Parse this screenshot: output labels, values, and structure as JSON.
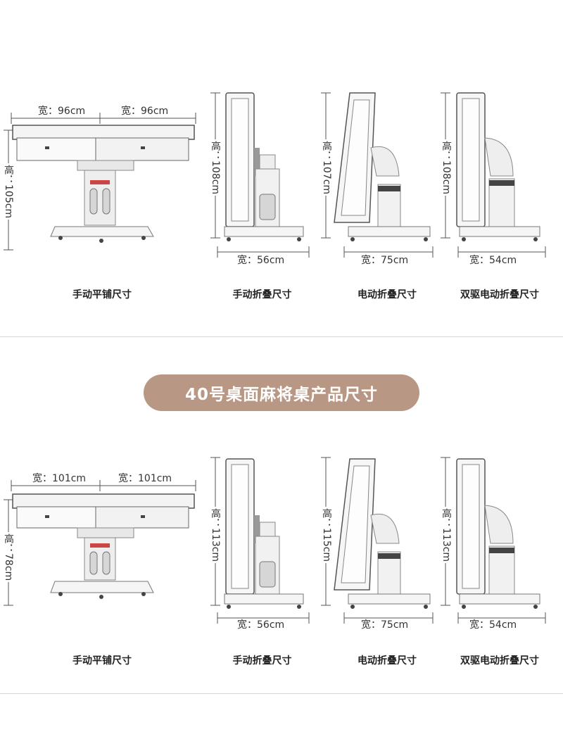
{
  "banner": {
    "title": "40号桌面麻将桌产品尺寸",
    "color": "#b89784"
  },
  "sections": [
    {
      "flat": {
        "width_left": "宽：96cm",
        "width_right": "宽：96cm",
        "height": "高：105cm",
        "caption": "手动平铺尺寸"
      },
      "manual_fold": {
        "height": "高：108cm",
        "width": "宽：56cm",
        "caption": "手动折叠尺寸"
      },
      "electric_fold": {
        "height": "高：107cm",
        "width": "宽：75cm",
        "caption": "电动折叠尺寸"
      },
      "dual_electric_fold": {
        "height": "高：108cm",
        "width": "宽：54cm",
        "caption": "双驱电动折叠尺寸"
      }
    },
    {
      "flat": {
        "width_left": "宽：101cm",
        "width_right": "宽：101cm",
        "height": "高：78cm",
        "caption": "手动平铺尺寸"
      },
      "manual_fold": {
        "height": "高：113cm",
        "width": "宽：56cm",
        "caption": "手动折叠尺寸"
      },
      "electric_fold": {
        "height": "高：115cm",
        "width": "宽：75cm",
        "caption": "电动折叠尺寸"
      },
      "dual_electric_fold": {
        "height": "高：113cm",
        "width": "宽：54cm",
        "caption": "双驱电动折叠尺寸"
      }
    }
  ]
}
